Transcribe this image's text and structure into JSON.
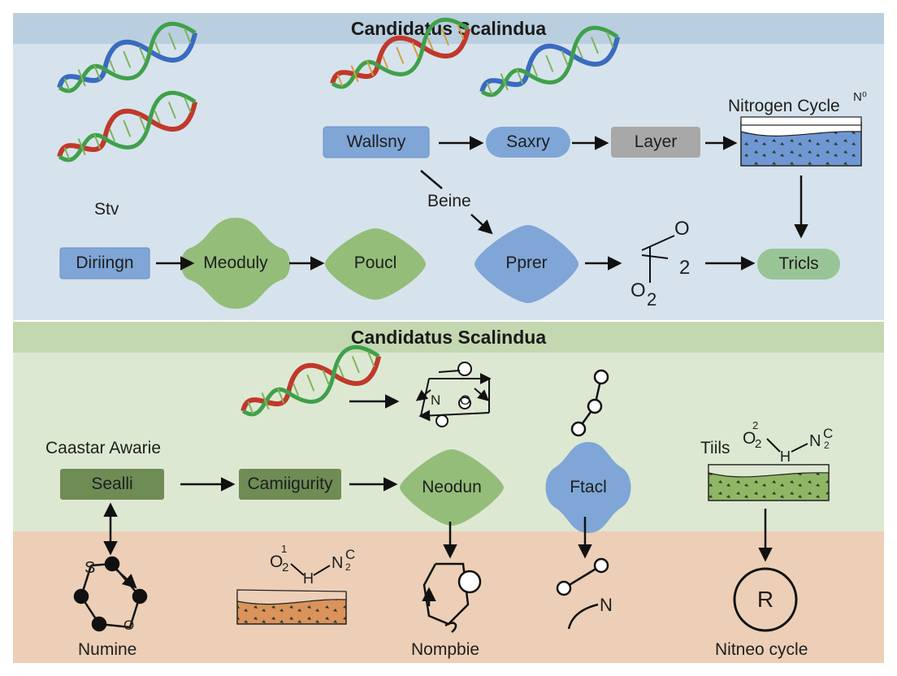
{
  "sections": [
    {
      "title": "Candidatus Scalindua"
    },
    {
      "title": "Candidatus Scalindua"
    }
  ],
  "top": {
    "label_stv": "Stv",
    "wallsny": "Wallsny",
    "saxry": "Saxry",
    "layer": "Layer",
    "nitrogen_cycle": "Nitrogen Cycle",
    "nitrogen_sup": "N⁰",
    "beine": "Beine",
    "diriingn": "Diriingn",
    "meoduly": "Meoduly",
    "poucl": "Poucl",
    "pprer": "Pprer",
    "o_top": "O",
    "o2_sub_2": "2",
    "o2": "O",
    "o2_sub": "2",
    "tricls": "Tricls"
  },
  "middle": {
    "caastar": "Caastar Awarie",
    "sealli": "Sealli",
    "camiigurity": "Camiigurity",
    "neodun": "Neodun",
    "ftacl": "Ftacl",
    "tiils": "Tiils",
    "ring_n": "N",
    "ring_o": "O",
    "chem_o2": "O",
    "chem_o2_sub": "2",
    "chem_h": "H",
    "chem_nc": "N",
    "chem_nc_c": "C",
    "chem_nc_sub": "2",
    "chem_o2_sup": "2"
  },
  "bottom": {
    "numine": "Numine",
    "s_atom": "S",
    "o_atom": "O",
    "chem_o2": "O",
    "chem_o2_sub": "2",
    "chem_o2_sup": "1",
    "chem_h": "H",
    "chem_nc": "N",
    "chem_nc_c": "C",
    "chem_nc_sub": "2",
    "nompbie": "Nompbie",
    "n_label": "N",
    "r_label": "R",
    "nitneo_cycle": "Nitneo cycle"
  },
  "colors": {
    "blue_box": "#7fa6d6",
    "gray_box": "#a8a8a8",
    "green_shape": "#94bd7a",
    "dark_green_box": "#6f8c55",
    "light_green_box": "#99c596",
    "water_blue": "#6f97d3",
    "soil_green": "#8fb665",
    "soil_orange": "#d9935b"
  }
}
